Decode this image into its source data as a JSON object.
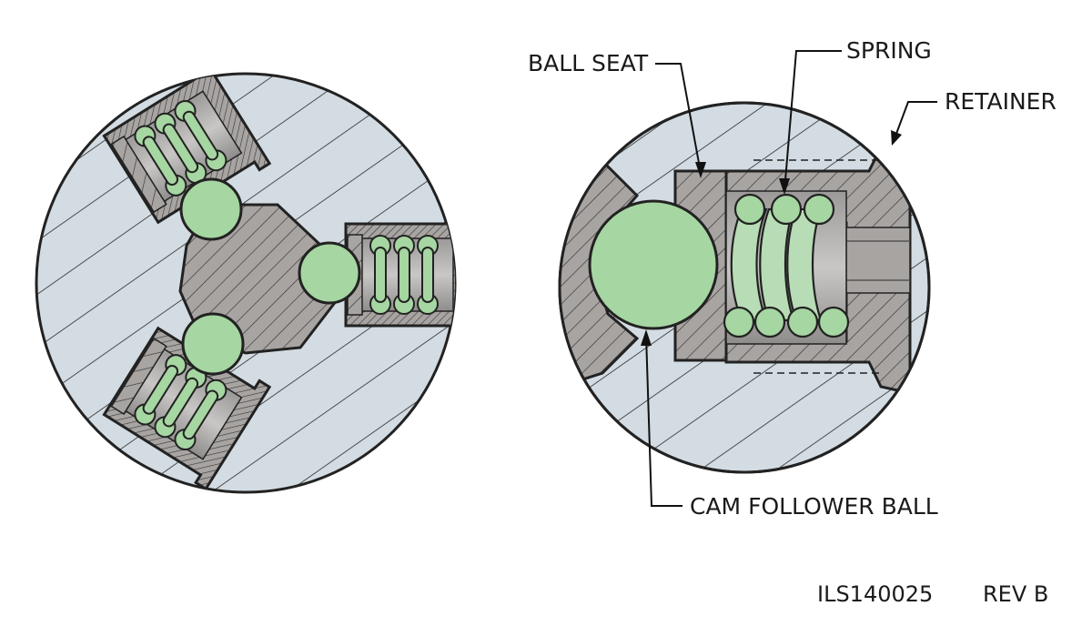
{
  "labels": {
    "ball_seat": "BALL SEAT",
    "spring": "SPRING",
    "retainer": "RETAINER",
    "cam_follower_ball": "CAM FOLLOWER BALL"
  },
  "footer": {
    "drawing_number": "ILS140025",
    "revision": "REV B"
  },
  "colors": {
    "body_fill": "#d3dce2",
    "part_fill": "#a8a4a2",
    "ball_fill": "#a6d6a2",
    "outline": "#222222"
  }
}
